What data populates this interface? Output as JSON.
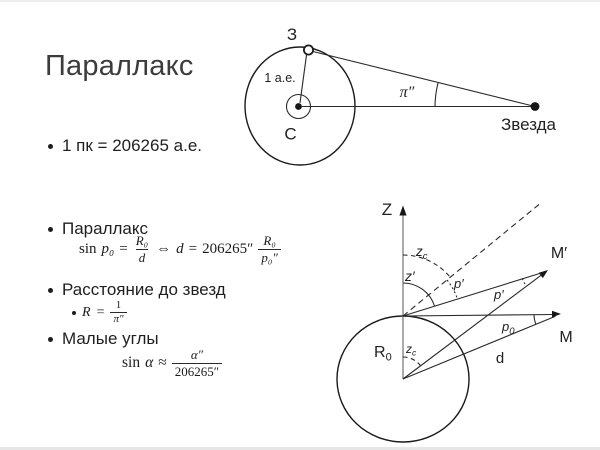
{
  "slide": {
    "title": "Параллакс",
    "bullets": {
      "pk": "1 пк = 206265 а.е.",
      "parallax": "Параллакс",
      "distance": "Расстояние до звезд",
      "small_angles": "Малые углы"
    }
  },
  "formulas": {
    "parallax": {
      "fn": "sin",
      "arg": "p₀",
      "eq": "=",
      "num1": "R₀",
      "den1": "d",
      "iff": "⇔",
      "var2": "d",
      "eq2": "=",
      "coef": "206265″",
      "num2": "R₀",
      "den2": "p₀″"
    },
    "distance": {
      "lhs": "R",
      "eq": "=",
      "num": "1",
      "den": "π″"
    },
    "small_angle": {
      "fn": "sin",
      "arg": "α",
      "approx": "≈",
      "num": "α″",
      "den": "206265″"
    }
  },
  "orbit_diagram": {
    "earth_label": "З",
    "au_label": "1 а.е.",
    "sun_label": "С",
    "star_label": "Звезда",
    "angle_label": "π″"
  },
  "zenith_diagram": {
    "axis_label": "Z",
    "zc_top": {
      "base": "z",
      "sub": "c"
    },
    "z_prime": "z′",
    "p_prime_observer": "p′",
    "p_prime_star": "p′",
    "p0": {
      "base": "p",
      "sub": "0"
    },
    "m_prime_label": "M′",
    "m_label": "M",
    "d_label": "d",
    "r0": {
      "base": "R",
      "sub": "0"
    },
    "zc_center": {
      "base": "z",
      "sub": "c"
    }
  },
  "colors": {
    "ink": "#1f1f1f",
    "line": "#2a2a2a",
    "background": "#ffffff"
  }
}
